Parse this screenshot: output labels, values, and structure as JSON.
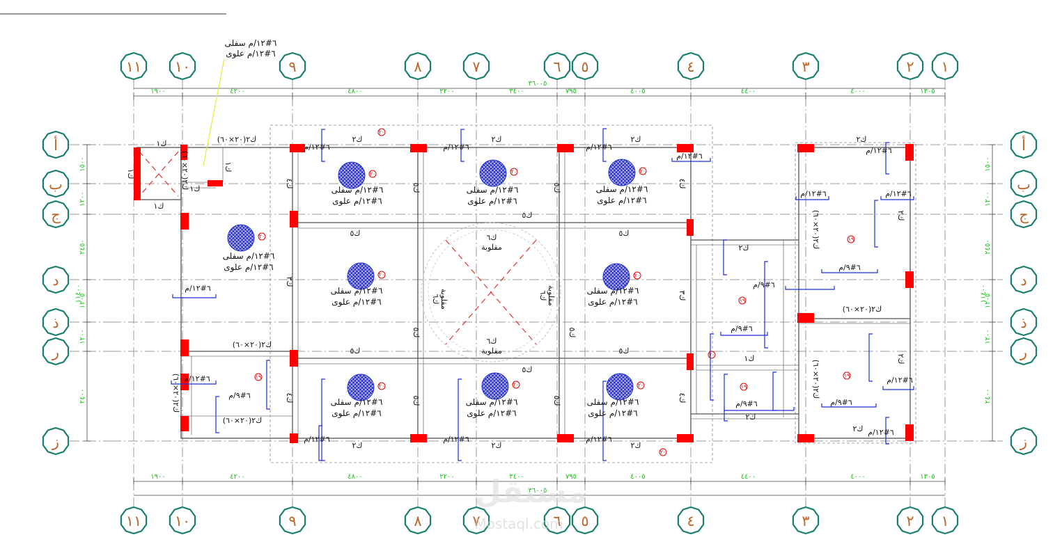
{
  "grid": {
    "columns": [
      "١١",
      "١٠",
      "٩",
      "٨",
      "٧",
      "٦",
      "٥",
      "٤",
      "٣",
      "٢",
      "١"
    ],
    "rows": [
      "أ",
      "ب",
      "ج",
      "د",
      "ذ",
      "ر",
      "ز"
    ]
  },
  "dimensions": {
    "top_spans": [
      "١٩٠٠",
      "٤٢٠٠",
      "٤٨٠٠",
      "٢٢٠٠",
      "٣٤٠٠",
      "٧٩٥",
      "٤٠٠٥",
      "٤٤٠٠",
      "٤٠٠٠",
      "١٣٠٥"
    ],
    "total": "٣٦٠٠٥",
    "left_spans": [
      "١٥٠٠",
      "١٢٠٠",
      "٢٤٥٠",
      "١٢٠٥",
      "١٢٠٠",
      "٢٤٠٠"
    ],
    "left_total": "١١٤٠٠"
  },
  "labels": {
    "beam_k2": "ك٢",
    "beam_k1": "ك١",
    "beam_k4": "ك٤",
    "beam_k5": "ك٥",
    "beam_k6": "ك٦",
    "beam_k3": "ك٣",
    "beam_k2_section": "ك٢(٢٠×٦٠)",
    "inverted": "مقلوبة",
    "slab_bottom": "٦#١٢/م سفلى",
    "slab_top": "٦#١٢/م علوى",
    "rebar_short": "٦#١٢/م",
    "rebar_small": "٦#٩/م",
    "callout_bottom": "٦#١٢/م سفلى",
    "callout_top": "٦#١٢/م علوى",
    "slab_tag_20": "٢٠",
    "slab_tag_19": "١٩"
  },
  "watermark": {
    "text": "مستقل",
    "sub": "Mostaql.com"
  }
}
